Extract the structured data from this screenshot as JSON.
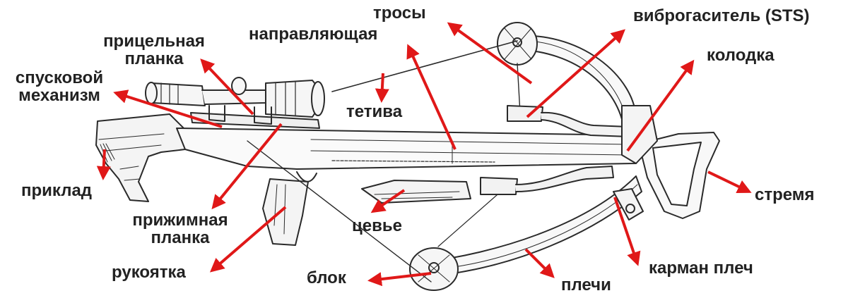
{
  "labels": {
    "trosy": "тросы",
    "napravlyayushchaya": "направляющая",
    "vibrogasitel": "виброгаситель (STS)",
    "pritselnaya_1": "прицельная",
    "pritselnaya_2": "планка",
    "kolodka": "колодка",
    "spuskovoy_1": "спусковой",
    "spuskovoy_2": "механизм",
    "tetiva": "тетива",
    "priklad": "приклад",
    "stremya": "стремя",
    "prizhimnaya_1": "прижимная",
    "prizhimnaya_2": "планка",
    "tseve": "цевье",
    "rukoyatka": "рукоятка",
    "karman_plech": "карман плеч",
    "blok": "блок",
    "plechi": "плечи"
  },
  "colors": {
    "arrow": "#e01818",
    "ink": "#2a2a2a",
    "text": "#222222"
  }
}
